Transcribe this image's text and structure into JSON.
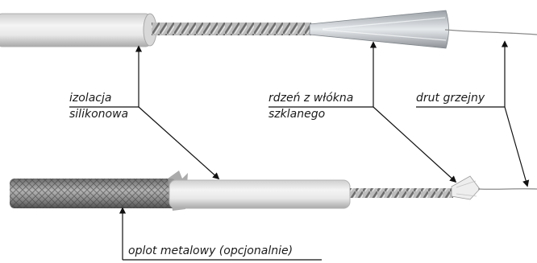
{
  "labels": {
    "insulation_line1": "izolacja",
    "insulation_line2": "silikonowa",
    "core_line1": "rdzeń z włókna",
    "core_line2": "szklanego",
    "wire": "drut grzejny",
    "braid": "oplot metalowy (opcjonalnie)"
  }
}
